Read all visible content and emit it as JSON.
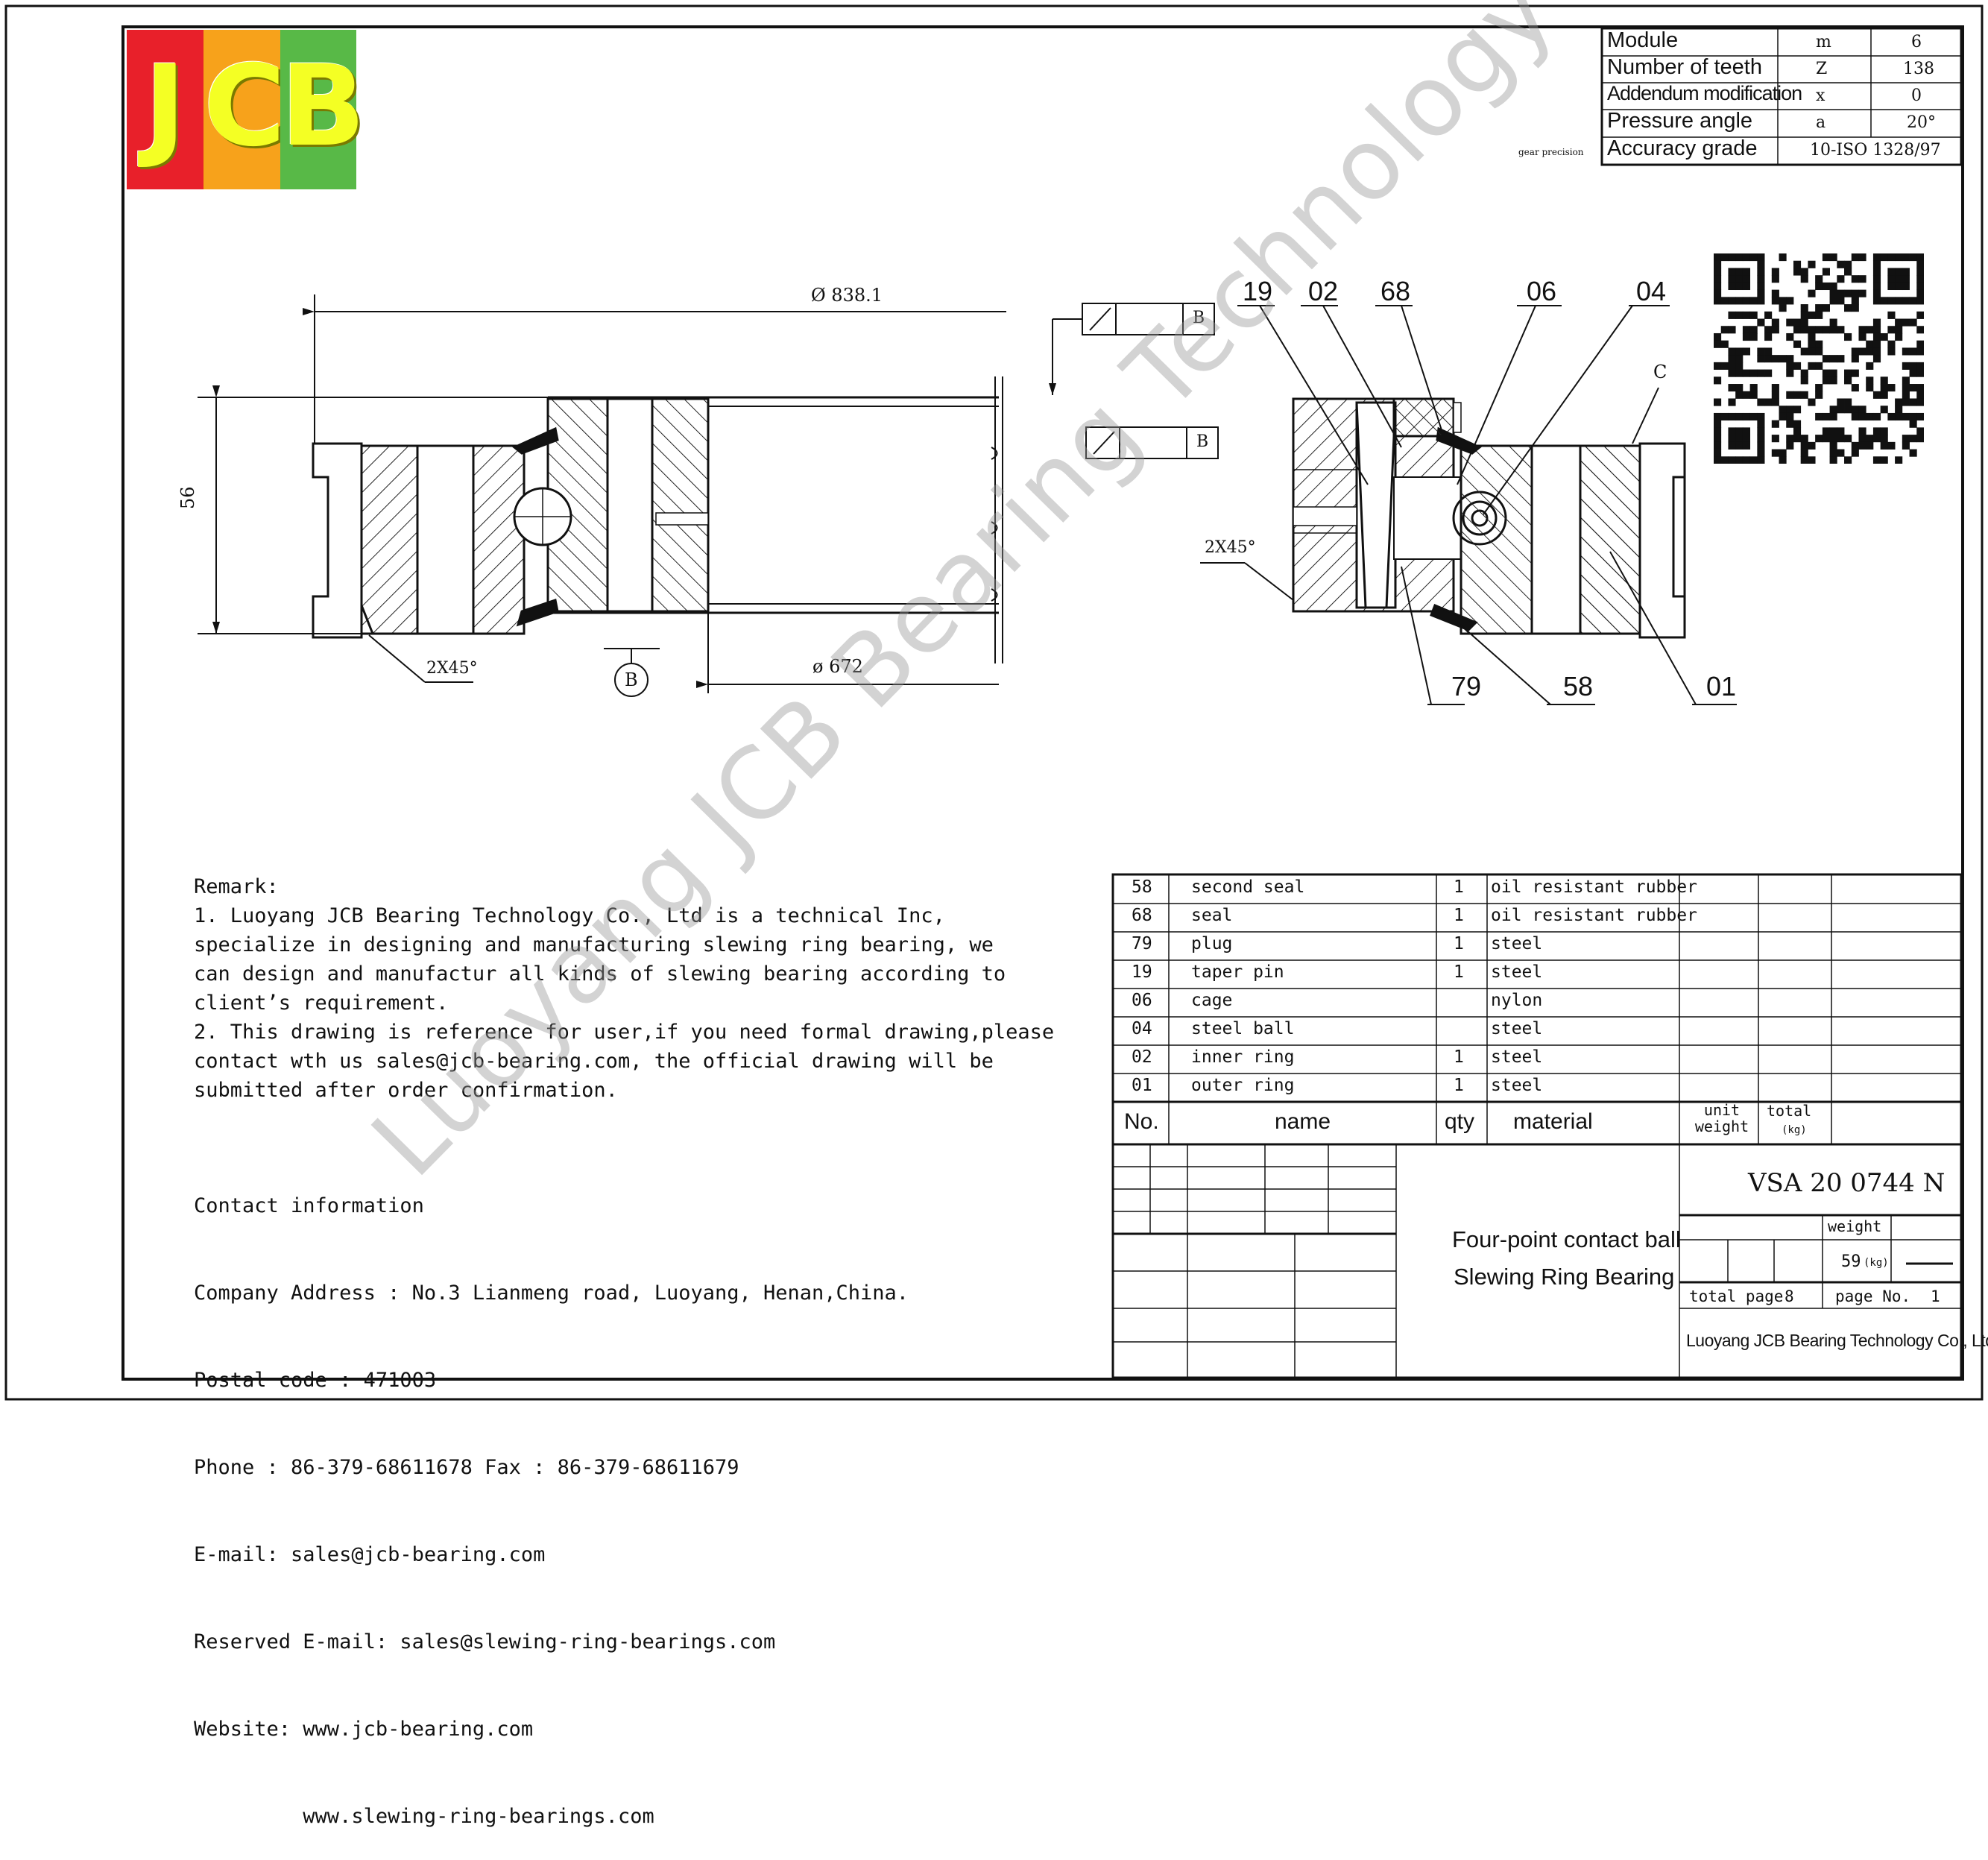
{
  "gear_table": {
    "rows": [
      {
        "label": "Module",
        "symbol": "m",
        "value": "6"
      },
      {
        "label": "Number of teeth",
        "symbol": "Z",
        "value": "138"
      },
      {
        "label": "Addendum modification",
        "symbol": "x",
        "value": "0"
      },
      {
        "label": "Pressure angle",
        "symbol": "a",
        "value": "20°"
      },
      {
        "label": "Accuracy grade",
        "symbol": "",
        "value": "10-ISO 1328/97"
      }
    ],
    "note": "gear precision"
  },
  "logo": {
    "letters": [
      "J",
      "C",
      "B"
    ],
    "colors": [
      "#e8202a",
      "#f7a21b",
      "#58b947"
    ]
  },
  "drawing": {
    "dim_outer": "Ø 838.1",
    "dim_inner": "ø 672",
    "dim_height": "56",
    "chamfer_left": "2X45°",
    "chamfer_center": "2X45°",
    "datum": "B",
    "surface_mark": "C",
    "tolerance_box_1": "B",
    "tolerance_box_2": "B",
    "callouts_top": [
      "19",
      "02",
      "68",
      "06",
      "04"
    ],
    "callouts_bottom": [
      "79",
      "58",
      "01"
    ]
  },
  "watermark": "Luoyang JCB Bearing Technology Co., Ltd",
  "remark": {
    "lines": [
      "Remark:",
      "1. Luoyang JCB Bearing Technology Co., Ltd is a technical Inc,",
      "specialize in designing and manufacturing slewing ring bearing, we",
      "can design and manufactur all kinds of slewing bearing according to",
      "client’s requirement.",
      "2. This drawing is reference for user,if you need formal drawing,please",
      "contact wth us sales@jcb-bearing.com, the official drawing will be",
      "submitted after order confirmation."
    ]
  },
  "contact": {
    "lines": [
      "Contact information",
      "Company Address : No.3 Lianmeng road, Luoyang, Henan,China.",
      "Postal code : 471003",
      "Phone : 86-379-68611678 Fax : 86-379-68611679",
      "E-mail: sales@jcb-bearing.com",
      "Reserved E-mail: sales@slewing-ring-bearings.com",
      "Website: www.jcb-bearing.com",
      "         www.slewing-ring-bearings.com"
    ]
  },
  "bom": {
    "rows": [
      {
        "no": "58",
        "name": "second seal",
        "qty": "1",
        "material": "oil resistant rubber"
      },
      {
        "no": "68",
        "name": "seal",
        "qty": "1",
        "material": "oil resistant rubber"
      },
      {
        "no": "79",
        "name": "plug",
        "qty": "1",
        "material": "steel"
      },
      {
        "no": "19",
        "name": "taper pin",
        "qty": "1",
        "material": "steel"
      },
      {
        "no": "06",
        "name": "cage",
        "qty": "",
        "material": "nylon"
      },
      {
        "no": "04",
        "name": "steel ball",
        "qty": "",
        "material": "steel"
      },
      {
        "no": "02",
        "name": "inner ring",
        "qty": "1",
        "material": "steel"
      },
      {
        "no": "01",
        "name": "outer ring",
        "qty": "1",
        "material": "steel"
      }
    ],
    "header": {
      "no": "No.",
      "name": "name",
      "qty": "qty",
      "material": "material",
      "unit_weight": "unit weight",
      "total": "total",
      "kg": "(kg)"
    }
  },
  "title_block": {
    "title_line1": "Four-point contact ball",
    "title_line2": "Slewing Ring Bearing",
    "part_number": "VSA 20 0744 N",
    "weight_label": "weight",
    "weight_value": "59",
    "weight_unit": "(kg)",
    "total_page_label": "total page",
    "total_page": "8",
    "page_no_label": "page No.",
    "page_no": "1",
    "company": "Luoyang JCB Bearing Technology Co., Ltd"
  }
}
